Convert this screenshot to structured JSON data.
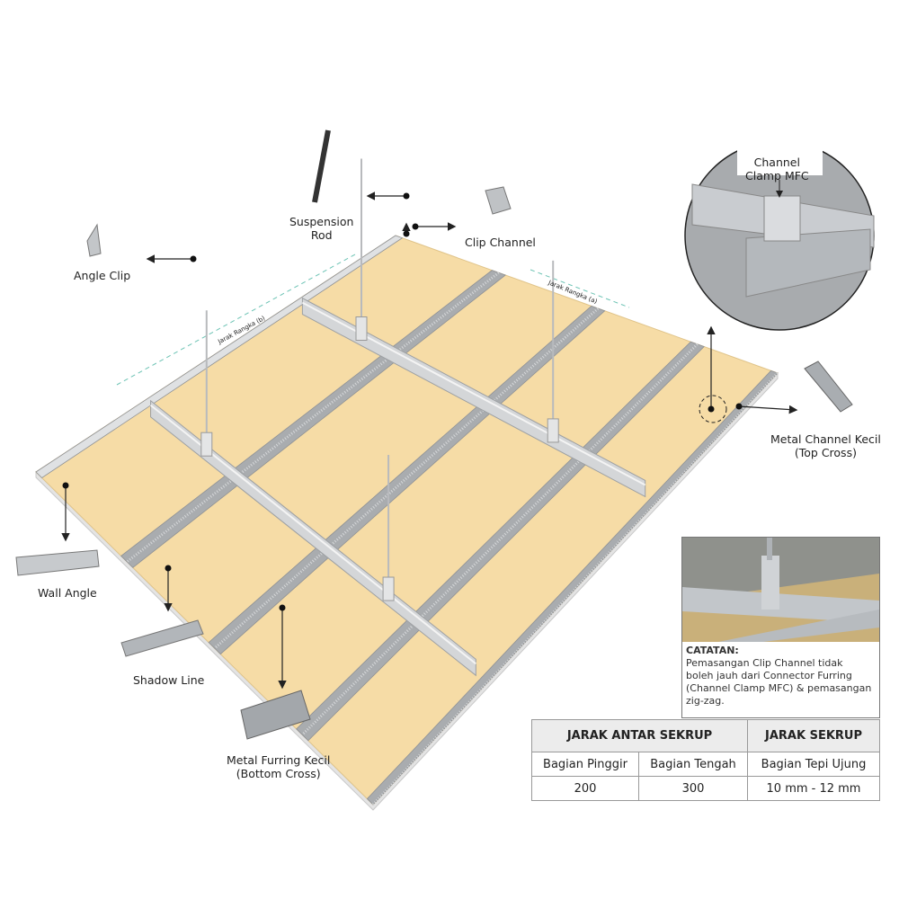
{
  "labels": {
    "suspension_rod": "Suspension\nRod",
    "suspension_rod_1": "Suspension",
    "suspension_rod_2": "Rod",
    "clip_channel": "Clip Channel",
    "angle_clip": "Angle Clip",
    "channel_clamp_1": "Channel",
    "channel_clamp_2": "Clamp MFC",
    "metal_channel_1": "Metal Channel Kecil",
    "metal_channel_2": "(Top Cross)",
    "wall_angle": "Wall Angle",
    "shadow_line": "Shadow Line",
    "metal_furring_1": "Metal Furring Kecil",
    "metal_furring_2": "(Bottom Cross)",
    "jarak_a": "Jarak Rangka (a)",
    "jarak_b": "Jarak Rangka (b)"
  },
  "note": {
    "title": "CATATAN:",
    "lines": [
      "Pemasangan Clip Channel tidak",
      "boleh jauh dari Connector Furring",
      "(Channel Clamp MFC) & pemasangan",
      "zig-zag."
    ]
  },
  "table": {
    "group_headers": [
      "JARAK ANTAR SEKRUP",
      "JARAK SEKRUP"
    ],
    "sub_headers": [
      "Bagian Pinggir",
      "Bagian Tengah",
      "Bagian Tepi Ujung"
    ],
    "values": [
      "200",
      "300",
      "10 mm - 12 mm"
    ]
  },
  "colors": {
    "board": "#f6dca6",
    "metal": "#d4d6d8",
    "rib": "#a9acaf",
    "guide": "#6cc3b4"
  }
}
